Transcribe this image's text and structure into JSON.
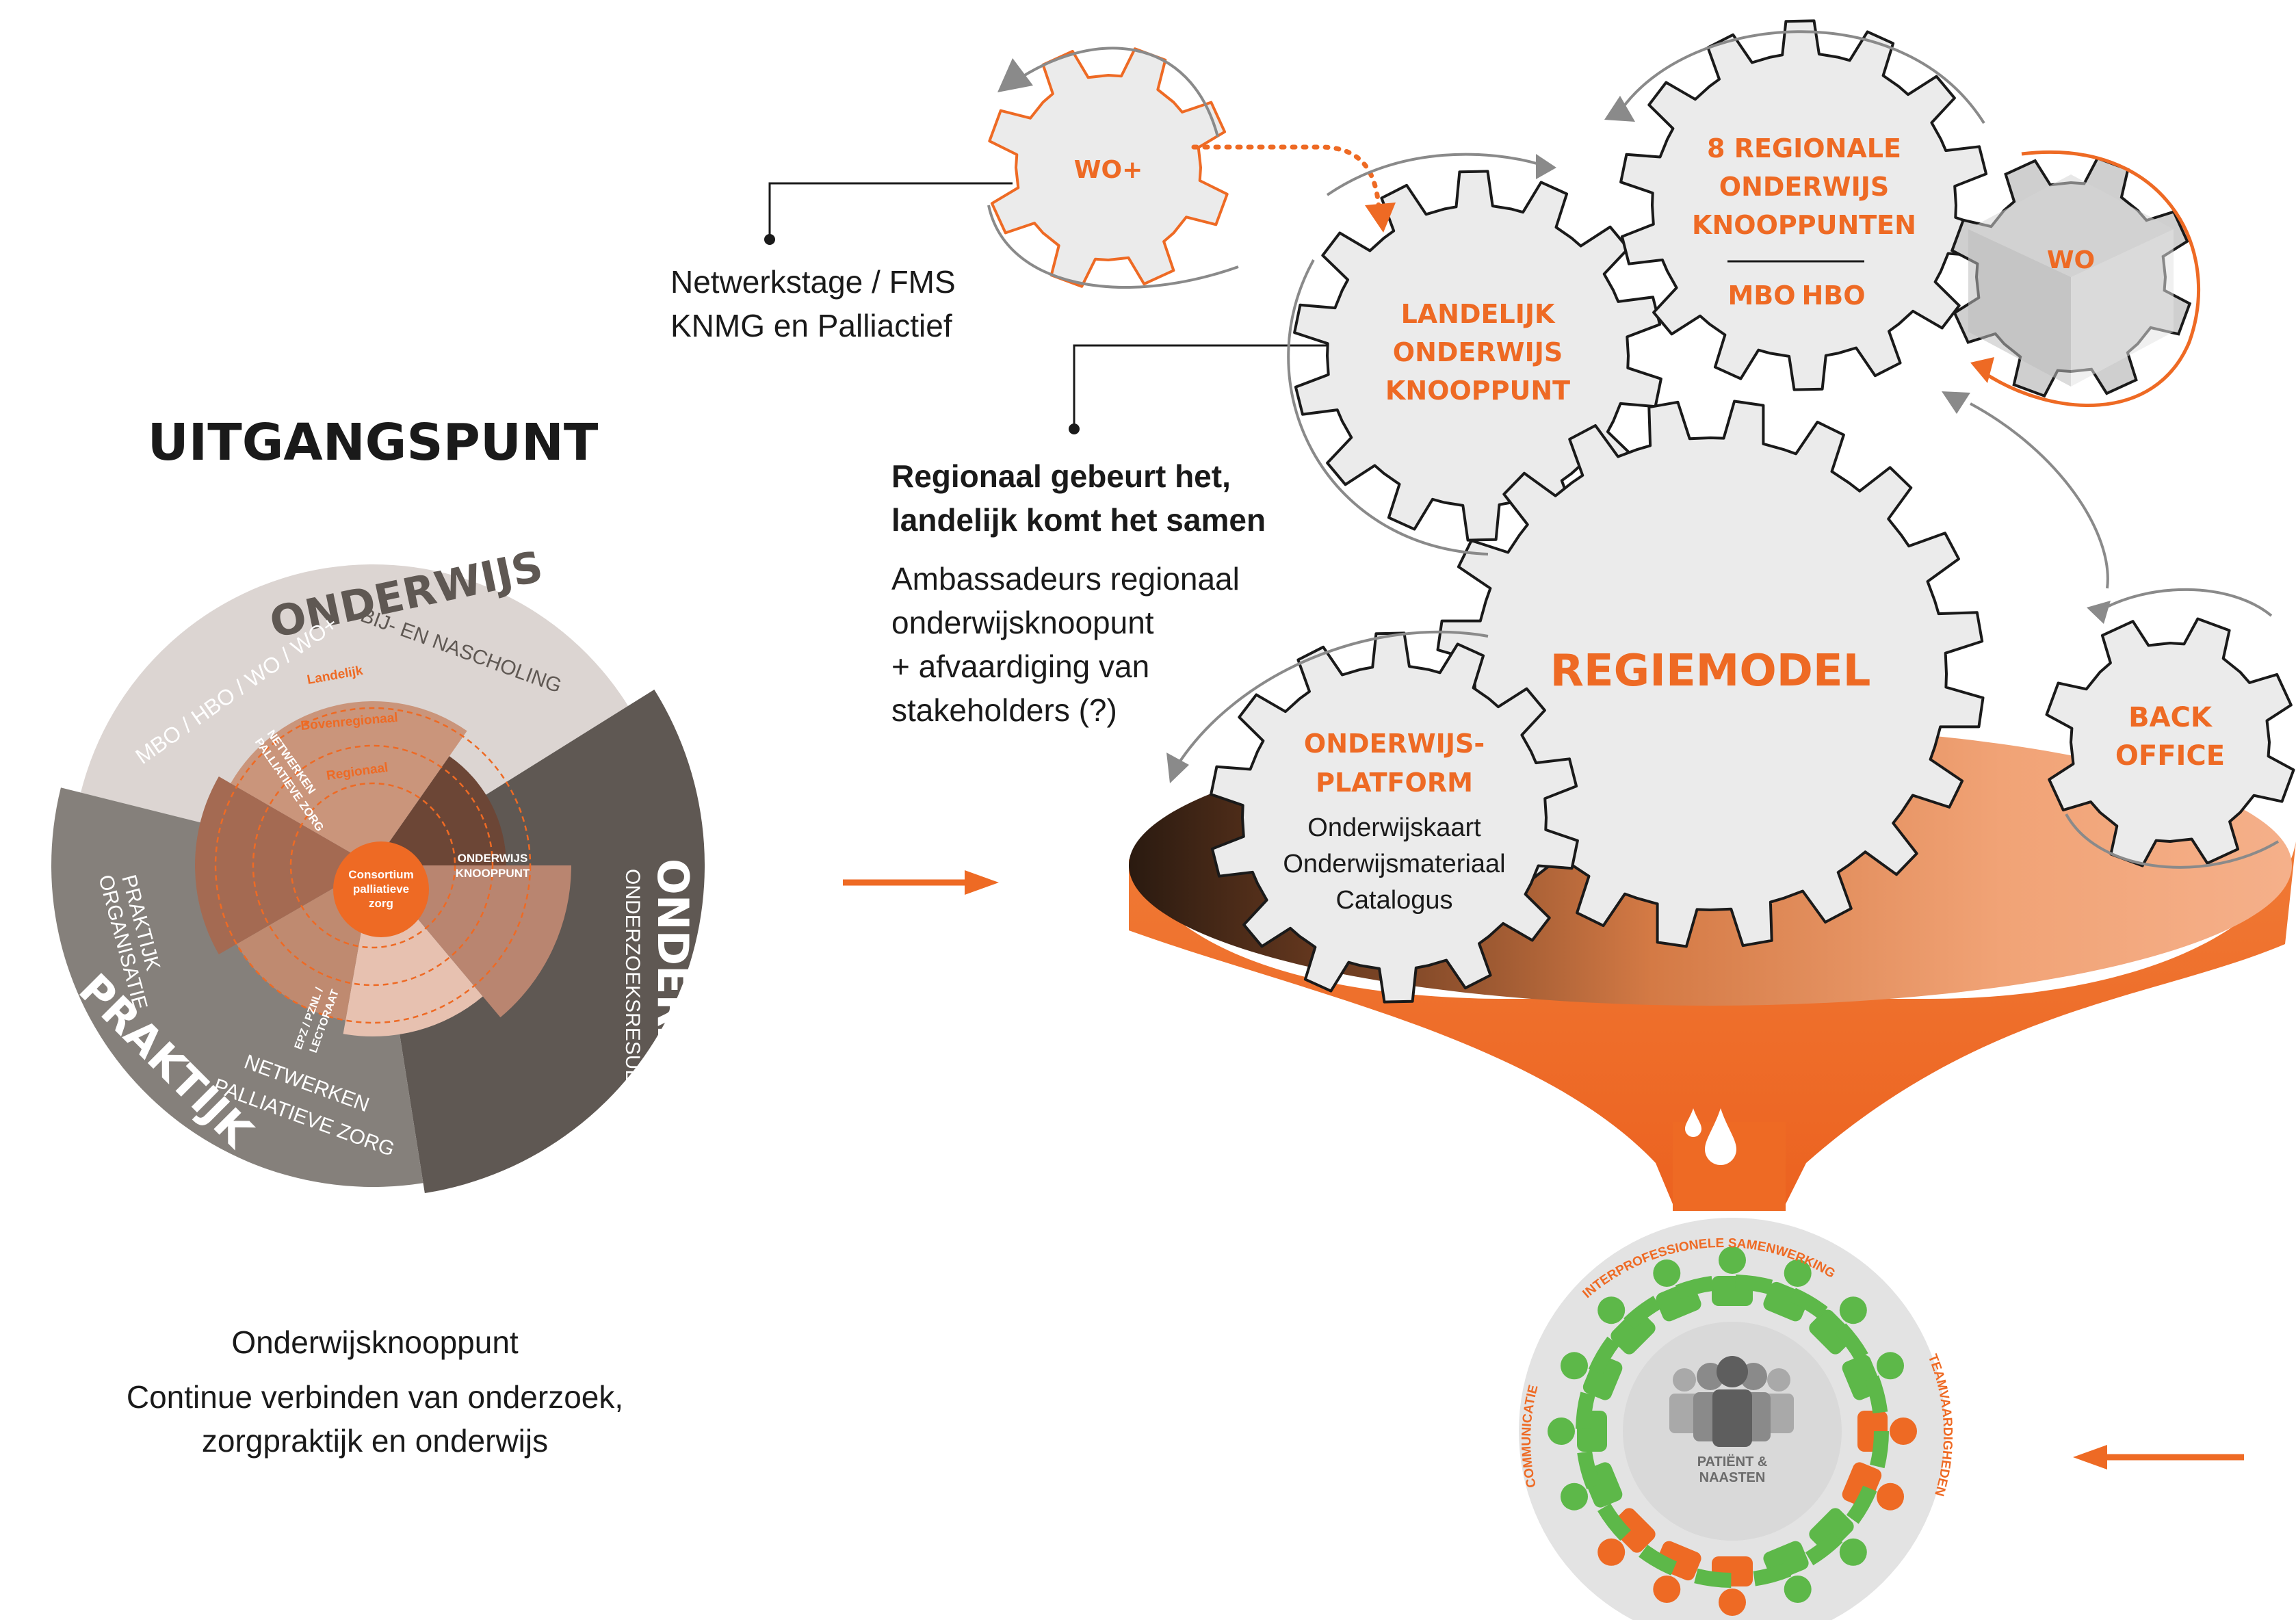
{
  "left": {
    "heading": "UITGANGSPUNT",
    "wheel": {
      "segments": {
        "onderwijs": {
          "title": "ONDERWIJS",
          "sub1": "MBO / HBO / WO / WO+",
          "sub2": "BIJ- EN NASCHOLING"
        },
        "onderzoek": {
          "title": "ONDERZOEK",
          "sub1": "ONDERZOEKSRESULTATEN"
        },
        "praktijk": {
          "title": "PRAKTIJK",
          "sub1": "PRAKTIJK",
          "sub1b": "ORGANISATIE",
          "sub2": "NETWERKEN",
          "sub2b": "PALLIATIEVE ZORG"
        }
      },
      "rings": {
        "landelijk": "Landelijk",
        "bovenregionaal": "Bovenregionaal",
        "regionaal": "Regionaal"
      },
      "inner_labels": {
        "netwerken1": "NETWERKEN",
        "netwerken2": "PALLIATIEVE ZORG",
        "knooppunt1": "ONDERWIJS",
        "knooppunt2": "KNOOPPUNT",
        "lectoraat1": "EPZ / PZNL /",
        "lectoraat2": "LECTORAAT"
      },
      "center": {
        "line1": "Consortium",
        "line2": "palliatieve",
        "line3": "zorg"
      }
    },
    "caption": {
      "line1": "Onderwijsknooppunt",
      "line2": "Continue verbinden van onderzoek,",
      "line3": "zorgpraktijk en onderwijs"
    }
  },
  "middle": {
    "netwerkstage": {
      "line1": "Netwerkstage / FMS",
      "line2": "KNMG en Palliactief"
    },
    "regionaal": {
      "bold1": "Regionaal gebeurt het,",
      "bold2": "landelijk komt het samen",
      "line1": "Ambassadeurs regionaal",
      "line2": "onderwijsknoopunt",
      "line3": "+ afvaardiging van",
      "line4": "stakeholders (?)"
    }
  },
  "gears": {
    "wo_plus": "WO+",
    "landelijk": {
      "line1": "LANDELIJK",
      "line2": "ONDERWIJS",
      "line3": "KNOOPPUNT"
    },
    "regionale": {
      "line1": "8 REGIONALE",
      "line2": "ONDERWIJS",
      "line3": "KNOOPPUNTEN",
      "mbo": "MBO",
      "hbo": "HBO"
    },
    "wo": "WO",
    "regiemodel": "REGIEMODEL",
    "platform": {
      "line1": "ONDERWIJS-",
      "line2": "PLATFORM",
      "item1": "Onderwijskaart",
      "item2": "Onderwijsmateriaal",
      "item3": "Catalogus"
    },
    "backoffice": {
      "line1": "BACK",
      "line2": "OFFICE"
    }
  },
  "bottom_circle": {
    "top_arc": "INTERPROFESSIONELE SAMENWERKING",
    "left_arc": "COMMUNICATIE",
    "right_arc": "TEAMVAARDIGHEDEN",
    "center1": "PATIËNT &",
    "center2": "NAASTEN"
  },
  "colors": {
    "orange": "#EE6A24",
    "light_grey": "#DCD5D2",
    "mid_grey": "#85807B",
    "dark_grey": "#5F5853",
    "gear_fill": "#EBEBEB",
    "green": "#5DB849",
    "text_dark": "#1A1A1A"
  }
}
